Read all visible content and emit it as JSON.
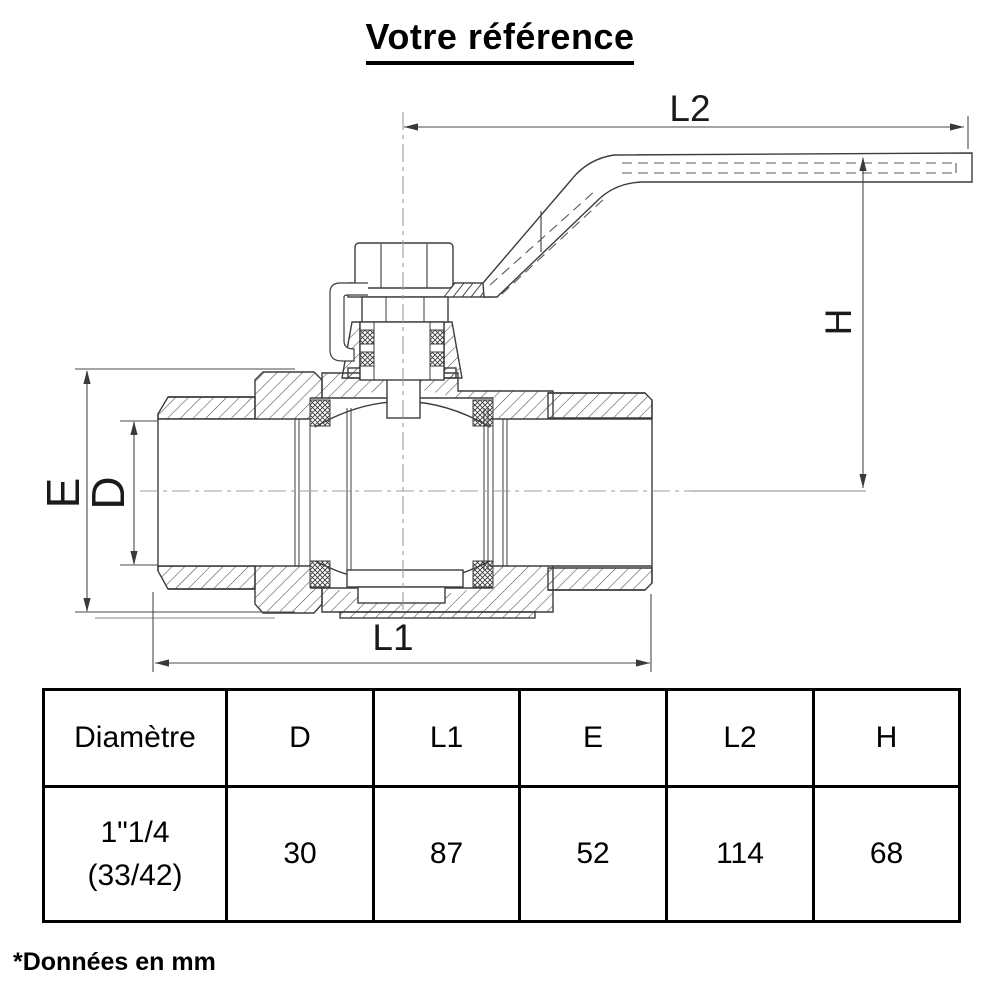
{
  "title": "Votre référence",
  "diagram": {
    "dimension_labels": {
      "l2": "L2",
      "h": "H",
      "e": "E",
      "d": "D",
      "l1": "L1"
    }
  },
  "table": {
    "headers": [
      "Diamètre",
      "D",
      "L1",
      "E",
      "L2",
      "H"
    ],
    "rows": [
      {
        "diametre": "1\"1/4\n(33/42)",
        "d": "30",
        "l1": "87",
        "e": "52",
        "l2": "114",
        "h": "68"
      }
    ]
  },
  "footnote": "*Données en mm",
  "colors": {
    "outline": "#3d3d3d",
    "dimension_line": "#4a4a4a",
    "centerline": "#9c9c9c",
    "text": "#111111"
  }
}
